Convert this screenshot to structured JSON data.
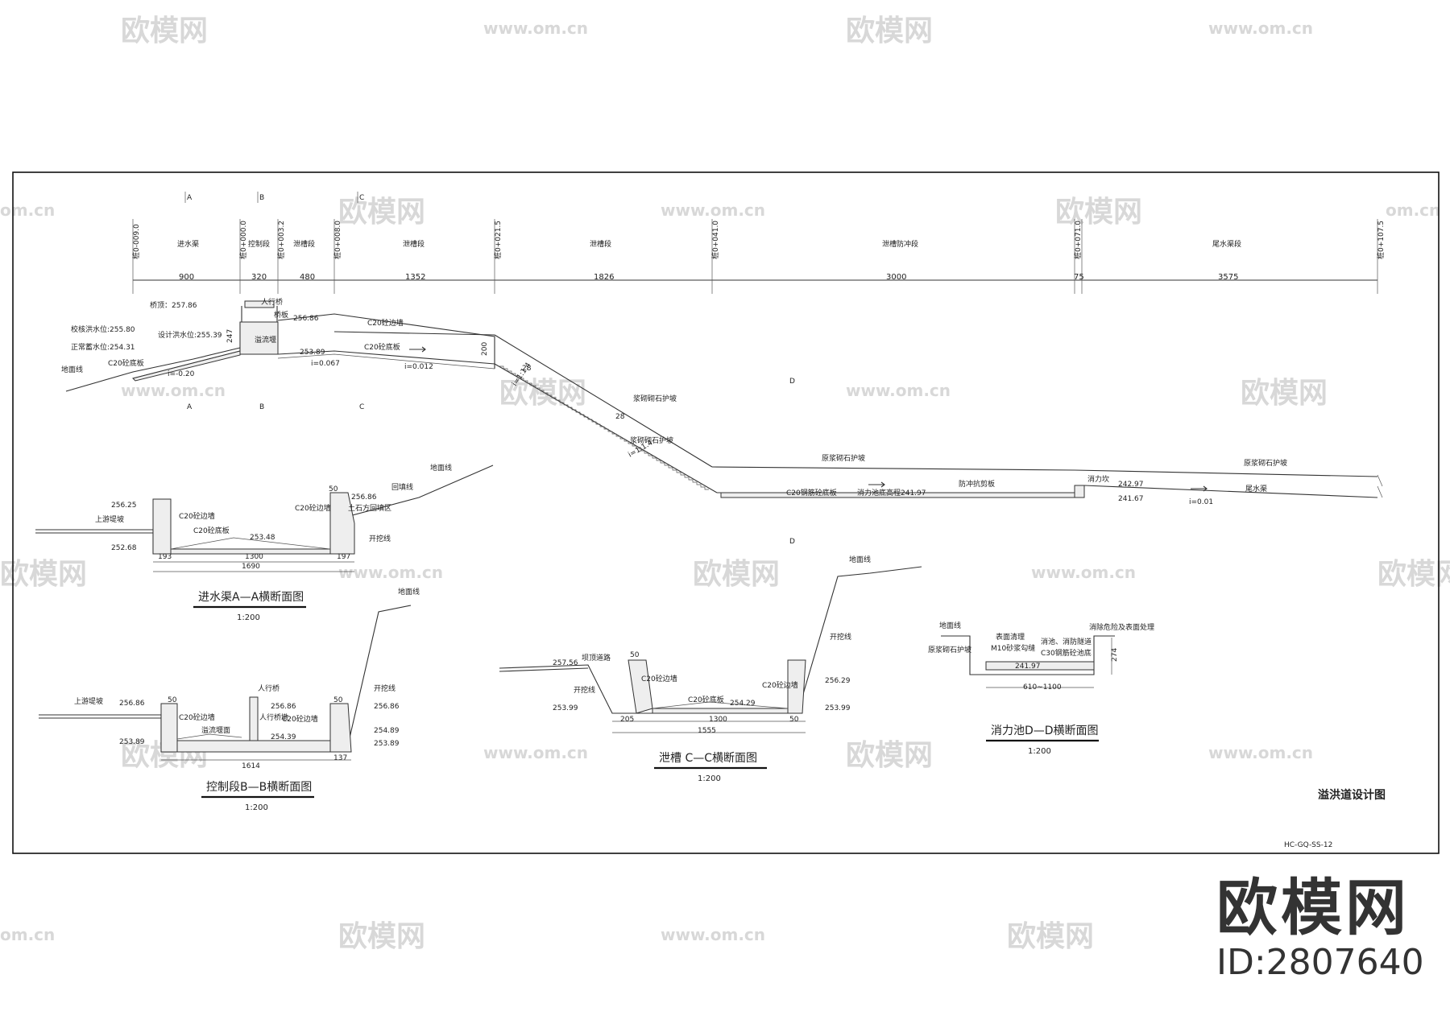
{
  "watermark": {
    "logo_text": "欧模网",
    "url_text": "www.om.cn",
    "url_fragment": "om.cn"
  },
  "brand": {
    "name": "欧模网",
    "id": "ID:2807640"
  },
  "drawing": {
    "title": "溢洪道设计图",
    "code": "HC-GQ-SS-12",
    "sections": {
      "a": {
        "title": "进水渠A—A横断面图",
        "scale": "1:200"
      },
      "b": {
        "title": "控制段B—B横断面图",
        "scale": "1:200"
      },
      "c": {
        "title": "泄槽 C—C横断面图",
        "scale": "1:200"
      },
      "d": {
        "title": "消力池D—D横断面图",
        "scale": "1:200"
      }
    }
  },
  "profile": {
    "section_marks": [
      "A",
      "B",
      "C",
      "D"
    ],
    "stations": [
      "桩0-009.0",
      "桩0+000.0",
      "桩0+003.2",
      "桩0+008.0",
      "桩0+021.5",
      "桩0+041.0",
      "桩0+071.0",
      "桩0+107.5"
    ],
    "segments": [
      "进水渠",
      "控制段",
      "泄槽段",
      "泄槽段",
      "泄槽段",
      "泄槽防冲段",
      "尾水渠段"
    ],
    "dims": [
      "900",
      "320",
      "480",
      "1352",
      "1826",
      "3000",
      "75",
      "3575"
    ],
    "labels": {
      "crest": "桥顶：257.86",
      "check_flood": "校核洪水位:255.80",
      "design_flood": "设计洪水位:255.39",
      "normal_level": "正常蓄水位:254.31",
      "c20_bottom_left": "C20砼底板",
      "ground_line": "地面线",
      "slope_in": "i=-0.20",
      "bridge": "人行桥",
      "bridge_slab": "桥板",
      "weir": "溢流堰",
      "elev_25686": "256.86",
      "elev_25389": "253.89",
      "h247": "247",
      "c20_wall": "C20砼边墙",
      "c20_bottom": "C20砼底板",
      "slope_1": "i=0.067",
      "slope_2": "i=0.012",
      "h200": "200",
      "step_a": "28",
      "step_b": "28",
      "slope_r1": "i=1:1.4",
      "slope_r2": "i=1:1.4",
      "masonry_1": "浆砌砌石护坡",
      "masonry_2": "浆砌砌石护坡",
      "masonry_3": "原浆砌石护坡",
      "masonry_4": "原浆砌石护坡",
      "basin_floor": "C20钢筋砼底板",
      "basin_elev": "消力池底高程241.97",
      "shear_plate": "防冲抗剪板",
      "end_sill": "消力坎",
      "elev_24297": "242.97",
      "elev_24167": "241.67",
      "tailrace": "尾水渠",
      "slope_tail": "i=0.01"
    }
  },
  "section_a": {
    "elev_top": "256.25",
    "upstream_road": "上游堤坡",
    "elev_bottom": "252.68",
    "wall": "C20砼边墙",
    "bottom": "C20砼底板",
    "elev_mid": "253.48",
    "wall_r": "C20砼边墙",
    "elev_r": "256.86",
    "fill": "土石方回填区",
    "backfill": "回填线",
    "ground": "地面线",
    "excav": "开挖线",
    "w50": "50",
    "dim_193": "193",
    "dim_1300": "1300",
    "dim_197": "197",
    "dim_1690": "1690"
  },
  "section_b": {
    "elev_l": "256.86",
    "upstream_road": "上游堤坡",
    "elev_base": "253.89",
    "wall": "C20砼边墙",
    "weir": "溢流堰面",
    "bridge": "人行桥",
    "pier": "人行桥墩",
    "elev_pier": "256.86",
    "elev_weir": "254.39",
    "wall_r": "C20砼边墙",
    "elev_r1": "256.86",
    "elev_r2": "254.89",
    "elev_r3": "253.89",
    "ground": "地面线",
    "excav": "开挖线",
    "w50a": "50",
    "w50b": "50",
    "dim_1614": "1614",
    "dim_137": "137"
  },
  "section_c": {
    "elev_l": "257.56",
    "road": "坝顶道路",
    "excav_l": "开挖线",
    "elev_l2": "253.99",
    "w50": "50",
    "wall": "C20砼边墙",
    "bottom": "C20砼底板",
    "elev_mid": "254.29",
    "wall_r": "C20砼边墙",
    "elev_r1": "256.29",
    "elev_r2": "253.99",
    "excav_r": "开挖线",
    "ground": "地面线",
    "dim_205": "205",
    "dim_1300": "1300",
    "dim_50": "50",
    "dim_1555": "1555"
  },
  "section_d": {
    "ground": "地面线",
    "surface": "表面清理",
    "mortar": "M10砂浆勾缝",
    "masonry": "原浆砌石护坡",
    "fill": "消池、消防隧道",
    "concrete": "C30钢筋砼池底",
    "elev": "241.97",
    "treatment": "消除危险及表面处理",
    "h274": "274",
    "width": "610~1100"
  }
}
